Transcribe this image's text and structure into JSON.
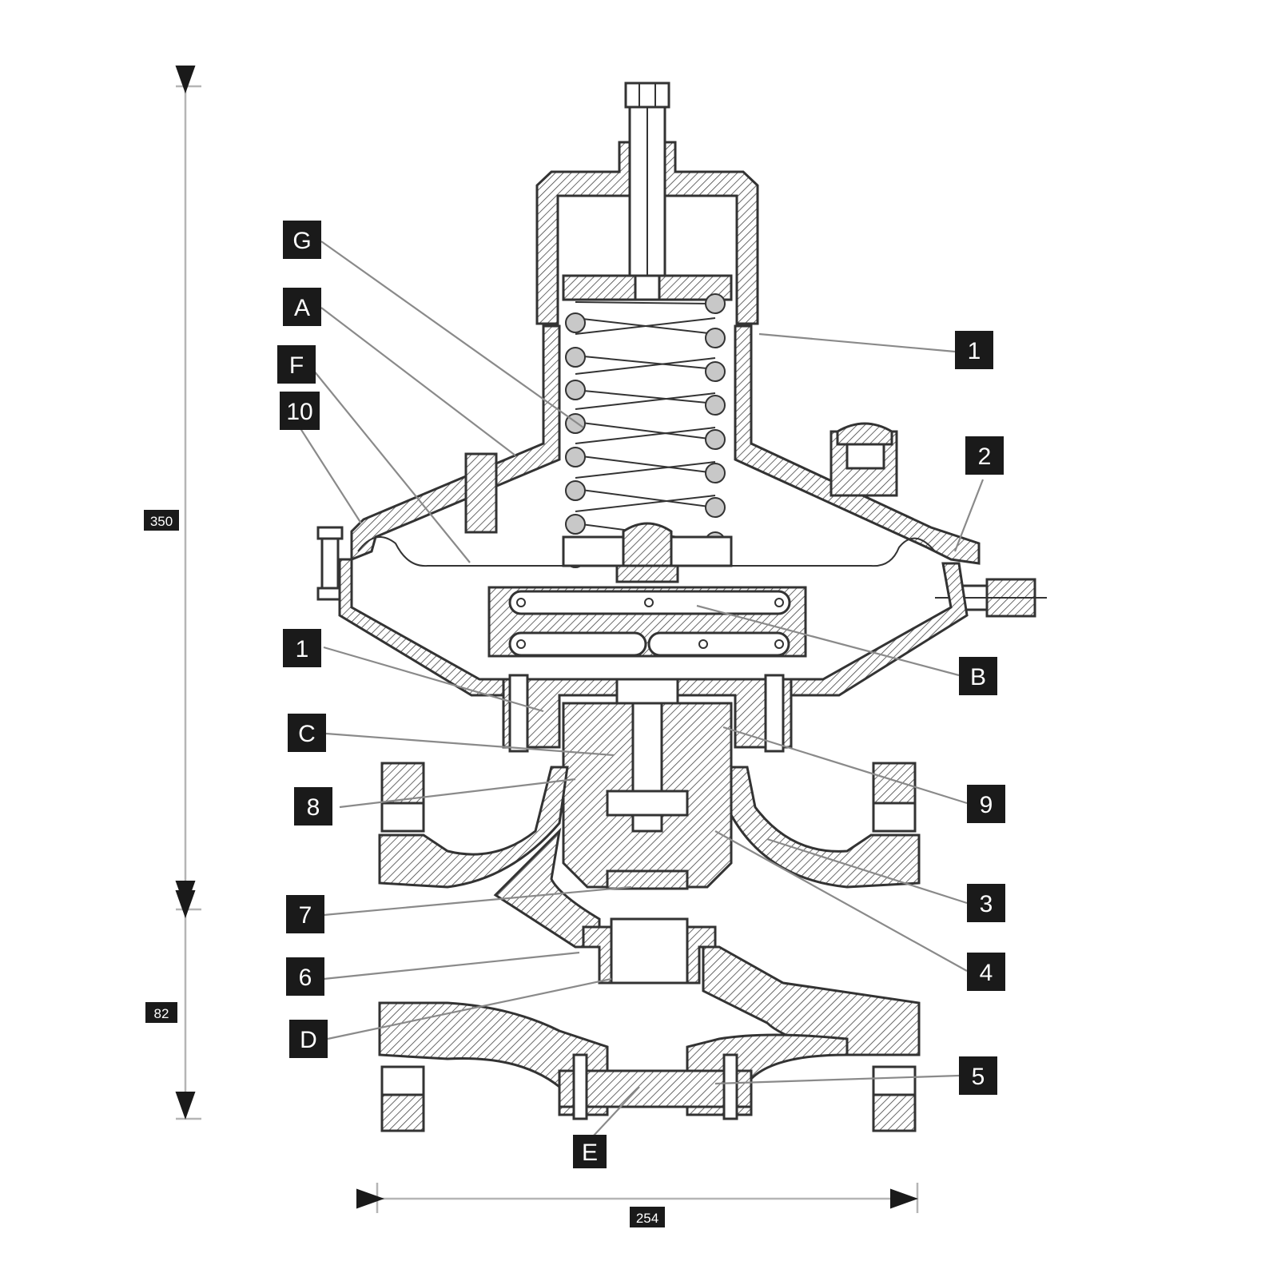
{
  "colors": {
    "callout_fill": "#1a1a1a",
    "callout_text": "#ffffff",
    "line": "#333333",
    "leader": "#8a8a8a",
    "dimension": "#b5b5b5"
  },
  "dimensions": {
    "height_total": "350",
    "height_lower": "82",
    "width": "254"
  },
  "callouts": {
    "G": "G",
    "A": "A",
    "F": "F",
    "n10": "10",
    "n1_top": "1",
    "n2": "2",
    "B": "B",
    "n1_mid": "1",
    "C": "C",
    "n8": "8",
    "n9": "9",
    "n3": "3",
    "n7": "7",
    "n6": "6",
    "n4": "4",
    "D": "D",
    "n5": "5",
    "E": "E"
  }
}
